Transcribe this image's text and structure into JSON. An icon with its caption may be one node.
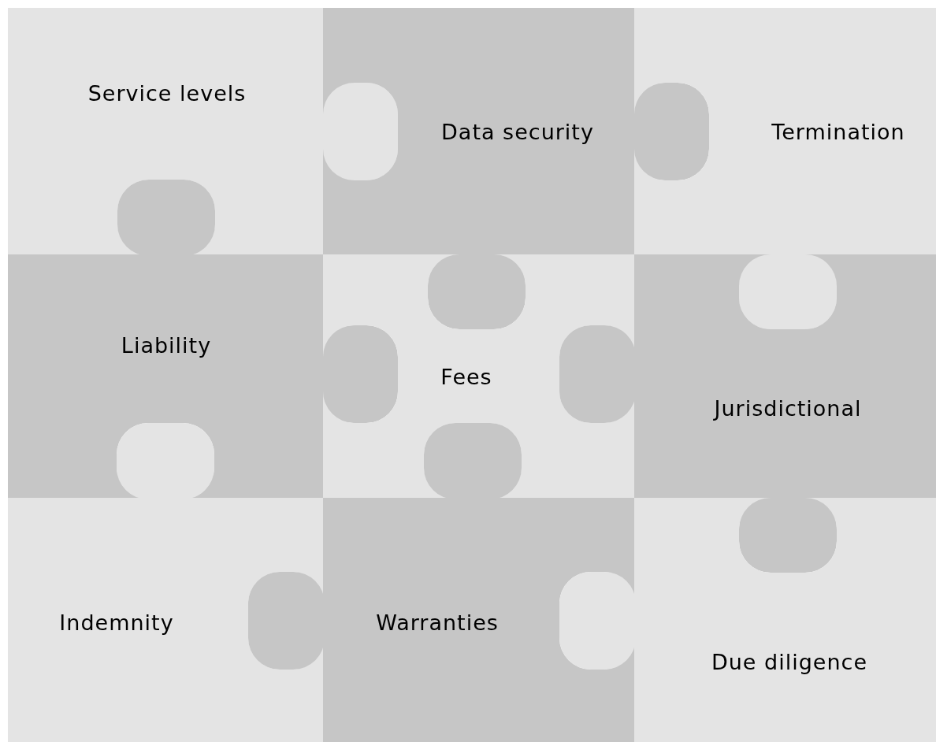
{
  "diagram": {
    "nodes": [
      {
        "text": [
          "Service levels"
        ]
      },
      {
        "text": [
          "Data security"
        ]
      },
      {
        "text": [
          "Termination"
        ]
      },
      {
        "text": [
          "Liability"
        ]
      },
      {
        "text": [
          "Fees"
        ]
      },
      {
        "text": [
          "Jurisdictional"
        ]
      },
      {
        "text": [
          "Indemnity"
        ]
      },
      {
        "text": [
          "Warranties"
        ]
      },
      {
        "text": [
          "Due diligence"
        ]
      }
    ]
  }
}
